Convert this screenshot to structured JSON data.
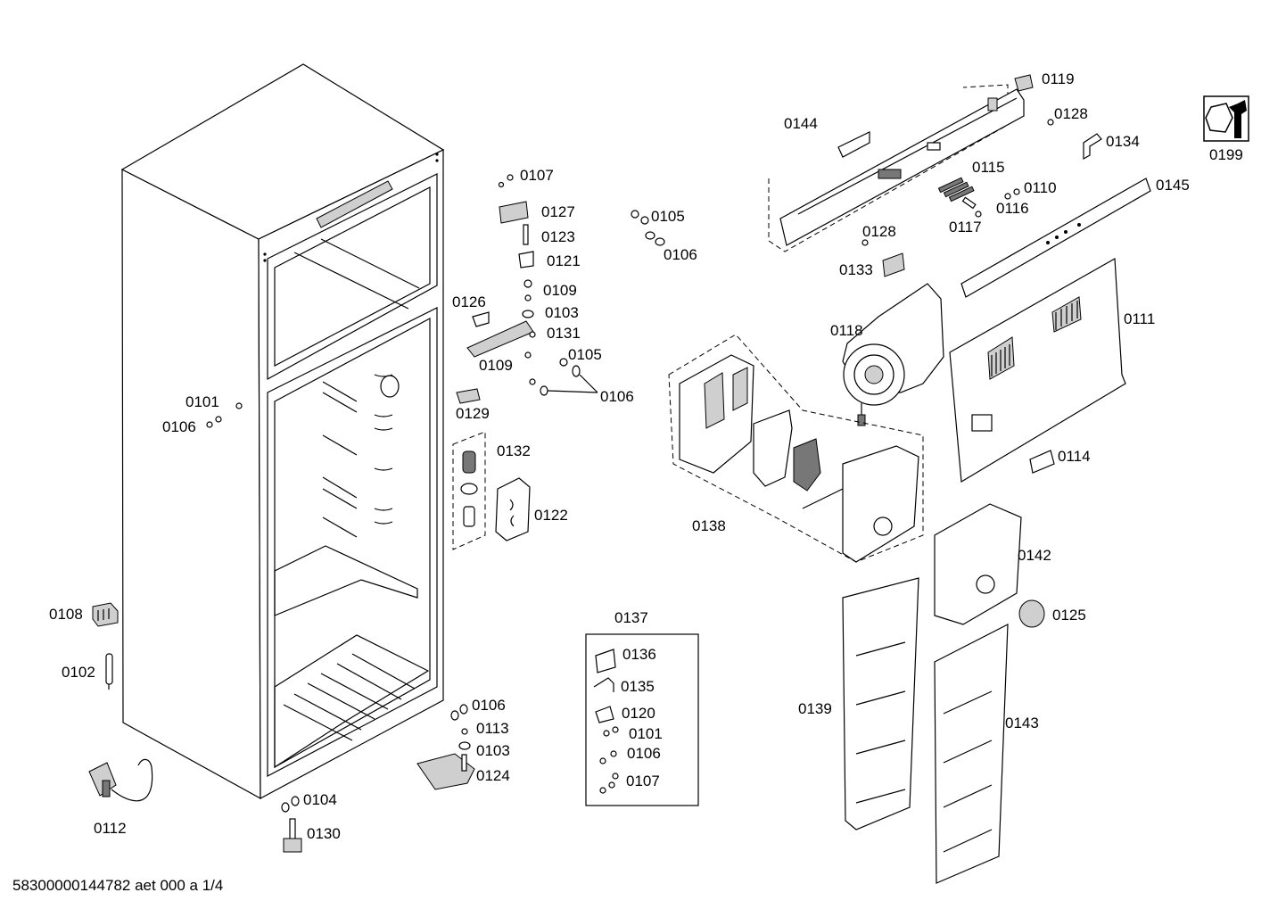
{
  "labels": {
    "l0101a": "0101",
    "l0101b": "0101",
    "l0102": "0102",
    "l0103a": "0103",
    "l0103b": "0103",
    "l0104": "0104",
    "l0105a": "0105",
    "l0105b": "0105",
    "l0106a": "0106",
    "l0106b": "0106",
    "l0106c": "0106",
    "l0106d": "0106",
    "l0106e": "0106",
    "l0107a": "0107",
    "l0107b": "0107",
    "l0108": "0108",
    "l0109a": "0109",
    "l0109b": "0109",
    "l0110": "0110",
    "l0111": "0111",
    "l0112": "0112",
    "l0113": "0113",
    "l0114": "0114",
    "l0115": "0115",
    "l0116": "0116",
    "l0117": "0117",
    "l0118": "0118",
    "l0119": "0119",
    "l0120": "0120",
    "l0121": "0121",
    "l0122": "0122",
    "l0123": "0123",
    "l0124": "0124",
    "l0125": "0125",
    "l0126": "0126",
    "l0127": "0127",
    "l0128a": "0128",
    "l0128b": "0128",
    "l0129": "0129",
    "l0130": "0130",
    "l0131": "0131",
    "l0132": "0132",
    "l0133": "0133",
    "l0134": "0134",
    "l0135": "0135",
    "l0136": "0136",
    "l0137": "0137",
    "l0138": "0138",
    "l0139": "0139",
    "l0142": "0142",
    "l0143": "0143",
    "l0144": "0144",
    "l0145": "0145",
    "l0199": "0199"
  },
  "footer": "58300000144782 aet 000 a 1/4",
  "icons": {
    "service": "wrench-nut-icon"
  }
}
